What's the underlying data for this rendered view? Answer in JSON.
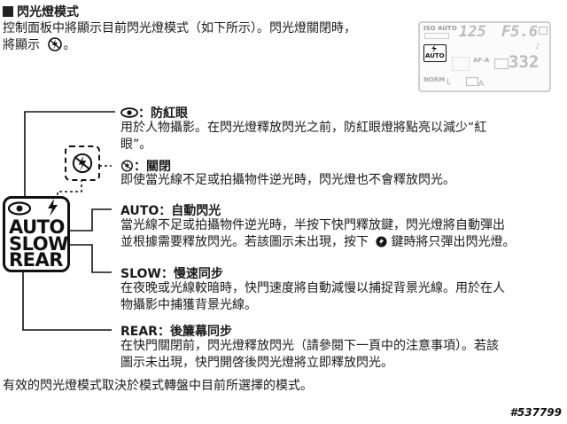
{
  "heading": {
    "title": "閃光燈模式"
  },
  "intro": {
    "line1": "控制面板中將顯示目前閃光燈模式（如下所示）。閃光燈關閉時，",
    "line2": "將顯示"
  },
  "lcd": {
    "iso_auto": "ISO AUTO",
    "shutter": "125",
    "aperture": "F5.6",
    "auto_label": "AUTO",
    "af_a": "AF-A",
    "frames": "332",
    "norm": "NORM",
    "l": "L",
    "wb_a": "A"
  },
  "mode_panel": {
    "words": [
      "AUTO",
      "SLOW",
      "REAR"
    ]
  },
  "sections": [
    {
      "title": "：防紅眼",
      "lines": [
        "用於人物攝影。在閃光燈釋放閃光之前，防紅眼燈將點亮以減少“紅",
        "眼”。"
      ]
    },
    {
      "title": "：關閉",
      "lines": [
        "即使當光線不足或拍攝物件逆光時，閃光燈也不會釋放閃光。"
      ]
    },
    {
      "title": "AUTO：自動閃光",
      "lines": [
        "當光線不足或拍攝物件逆光時，半按下快門釋放鍵，閃光燈將自動彈出",
        "並根據需要釋放閃光。若該圖示未出現，按下",
        "鍵時將只彈出閃光燈。"
      ]
    },
    {
      "title": "SLOW：慢速同步",
      "lines": [
        "在夜晚或光線較暗時，快門速度將自動減慢以捕捉背景光線。用於在人",
        "物攝影中捕獲背景光線。"
      ]
    },
    {
      "title": "REAR：後簾幕同步",
      "lines": [
        "在快門關閉前，閃光燈釋放閃光（請參閱下一頁中的注意事項）。若該",
        "圖示未出現，快門開啓後閃光燈將立即釋放閃光。"
      ]
    }
  ],
  "footer": {
    "note": "有效的閃光燈模式取決於模式轉盤中目前所選擇的模式。"
  },
  "watermark": {
    "text": "#537799"
  }
}
